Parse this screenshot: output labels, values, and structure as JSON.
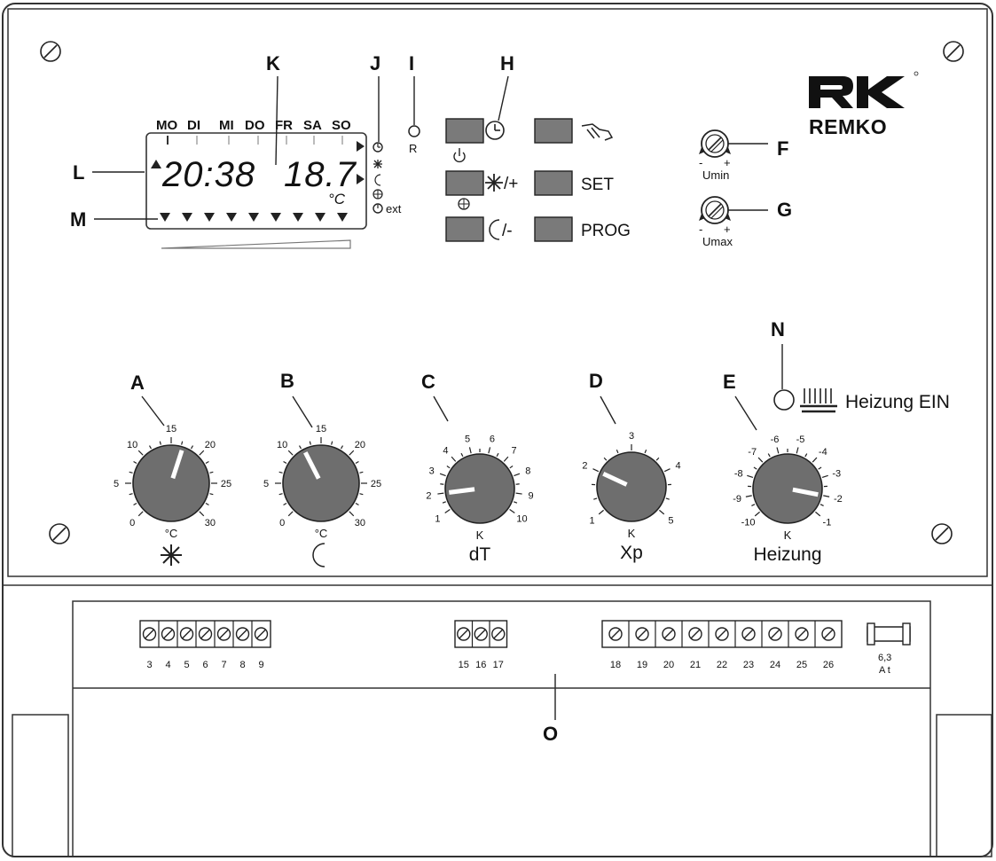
{
  "callouts": [
    "A",
    "B",
    "C",
    "D",
    "E",
    "F",
    "G",
    "H",
    "I",
    "J",
    "K",
    "L",
    "M",
    "N",
    "O"
  ],
  "display": {
    "days": [
      "MO",
      "DI",
      "MI",
      "DO",
      "FR",
      "SA",
      "SO"
    ],
    "time": "20:38",
    "temperature": "18.7",
    "unit": "°C",
    "ext_label": "ext"
  },
  "reset_label": "R",
  "buttons": {
    "plus_label": "/+",
    "minus_label": "/-",
    "set_label": "SET",
    "prog_label": "PROG"
  },
  "brand": "REMKO",
  "pots": {
    "umin": {
      "label": "Umin",
      "minus": "-",
      "plus": "+"
    },
    "umax": {
      "label": "Umax",
      "minus": "-",
      "plus": "+"
    }
  },
  "heating_indicator_label": "Heizung EIN",
  "dials": [
    {
      "id": "A",
      "ticks": [
        "0",
        "5",
        "10",
        "15",
        "20",
        "25",
        "30"
      ],
      "value": 17,
      "unit": "°C",
      "name": "",
      "symbol": "sun-icon"
    },
    {
      "id": "B",
      "ticks": [
        "0",
        "5",
        "10",
        "15",
        "20",
        "25",
        "30"
      ],
      "value": 12,
      "unit": "°C",
      "name": "",
      "symbol": "moon-icon"
    },
    {
      "id": "C",
      "ticks": [
        "1",
        "2",
        "3",
        "4",
        "5",
        "6",
        "7",
        "8",
        "9",
        "10"
      ],
      "value": 2,
      "unit": "K",
      "name": "dT",
      "symbol": ""
    },
    {
      "id": "D",
      "ticks": [
        "1",
        "2",
        "3",
        "4",
        "5"
      ],
      "value": 2,
      "unit": "K",
      "name": "Xp",
      "symbol": ""
    },
    {
      "id": "E",
      "ticks": [
        "-10",
        "-9",
        "-8",
        "-7",
        "-6",
        "-5",
        "-4",
        "-3",
        "-2",
        "-1"
      ],
      "value": -2,
      "unit": "K",
      "name": "Heizung",
      "symbol": ""
    }
  ],
  "terminals": {
    "group1": [
      "3",
      "4",
      "5",
      "6",
      "7",
      "8",
      "9"
    ],
    "group2": [
      "15",
      "16",
      "17"
    ],
    "group3": [
      "18",
      "19",
      "20",
      "21",
      "22",
      "23",
      "24",
      "25",
      "26"
    ]
  },
  "fuse": {
    "line1": "6,3",
    "line2": "A t"
  }
}
